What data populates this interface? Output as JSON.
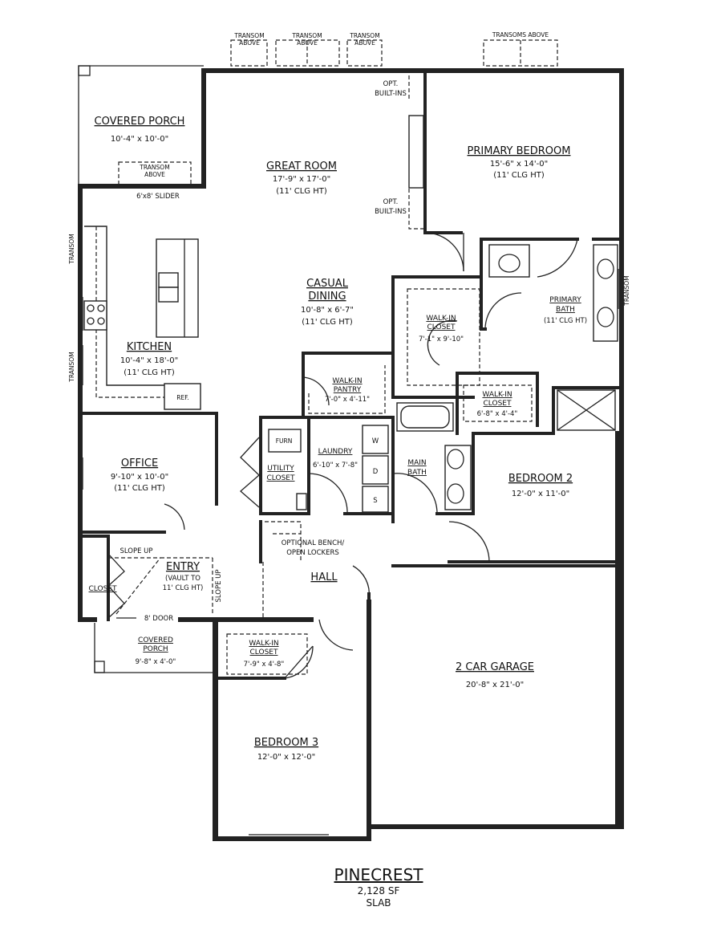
{
  "plan": {
    "name": "PINECREST",
    "area": "2,128 SF",
    "foundation": "SLAB"
  },
  "rooms": {
    "covered_porch": {
      "name": "COVERED PORCH",
      "dims": "10'-4\" x 10'-0\""
    },
    "great_room": {
      "name": "GREAT ROOM",
      "dims": "17'-9\" x 17'-0\"",
      "ceiling": "(11' CLG HT)"
    },
    "primary_bedroom": {
      "name": "PRIMARY BEDROOM",
      "dims": "15'-6\" x 14'-0\"",
      "ceiling": "(11' CLG HT)"
    },
    "casual_dining": {
      "name_line1": "CASUAL",
      "name_line2": "DINING",
      "dims": "10'-8\" x 6'-7\"",
      "ceiling": "(11' CLG HT)"
    },
    "kitchen": {
      "name": "KITCHEN",
      "dims": "10'-4\" x 18'-0\"",
      "ceiling": "(11' CLG HT)"
    },
    "walkin_closet_primary": {
      "name_line1": "WALK-IN",
      "name_line2": "CLOSET",
      "dims": "7'-1\" x 9'-10\""
    },
    "primary_bath": {
      "name_line1": "PRIMARY",
      "name_line2": "BATH",
      "ceiling": "(11' CLG HT)"
    },
    "walkin_pantry": {
      "name_line1": "WALK-IN",
      "name_line2": "PANTRY",
      "dims": "7'-0\" x 4'-11\""
    },
    "walkin_closet_bed2": {
      "name_line1": "WALK-IN",
      "name_line2": "CLOSET",
      "dims": "6'-8\" x 4'-4\""
    },
    "office": {
      "name": "OFFICE",
      "dims": "9'-10\" x 10'-0\"",
      "ceiling": "(11' CLG HT)"
    },
    "utility_closet": {
      "name_line1": "UTILITY",
      "name_line2": "CLOSET"
    },
    "laundry": {
      "name": "LAUNDRY",
      "dims": "6'-10\" x 7'-8\""
    },
    "main_bath": {
      "name_line1": "MAIN",
      "name_line2": "BATH"
    },
    "bedroom2": {
      "name": "BEDROOM 2",
      "dims": "12'-0\" x 11'-0\""
    },
    "entry": {
      "name": "ENTRY",
      "note_line1": "(VAULT TO",
      "note_line2": "11' CLG HT)"
    },
    "closet": {
      "name": "CLOSET"
    },
    "hall": {
      "name": "HALL"
    },
    "covered_porch_front": {
      "name_line1": "COVERED",
      "name_line2": "PORCH",
      "dims": "9'-8\" x 4'-0\""
    },
    "walkin_closet_bed3": {
      "name_line1": "WALK-IN",
      "name_line2": "CLOSET",
      "dims": "7'-9\" x 4'-8\""
    },
    "garage": {
      "name": "2 CAR GARAGE",
      "dims": "20'-8\" x 21'-0\""
    },
    "bedroom3": {
      "name": "BEDROOM 3",
      "dims": "12'-0\" x 12'-0\""
    }
  },
  "notes": {
    "transom_above": "TRANSOM",
    "above": "ABOVE",
    "transoms_above": "TRANSOMS ABOVE",
    "transom": "TRANSOM",
    "slider": "6'x8' SLIDER",
    "opt": "OPT.",
    "built_ins": "BUILT-INS",
    "ref": "REF.",
    "furn": "FURN",
    "washer": "W",
    "dryer": "D",
    "sink": "S",
    "optional_bench_line1": "OPTIONAL BENCH/",
    "optional_bench_line2": "OPEN LOCKERS",
    "slope_up": "SLOPE UP",
    "door_8": "8' DOOR"
  }
}
